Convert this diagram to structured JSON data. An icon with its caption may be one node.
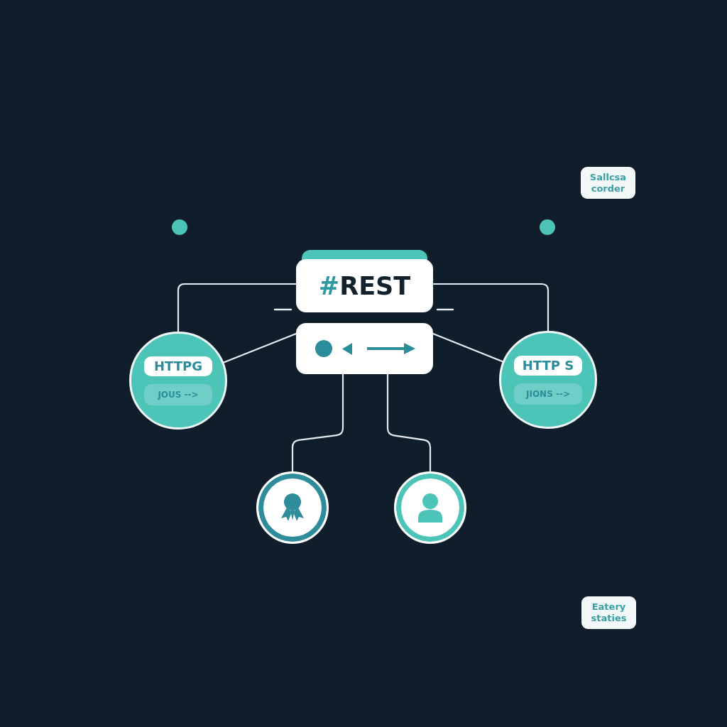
{
  "diagram": {
    "nodes": [
      {
        "text": [
          "Sallcsa corder"
        ]
      },
      {
        "text": [
          "#REST"
        ]
      },
      {
        "text": [],
        "shape": "box"
      },
      {
        "text": [
          "HTTPG",
          "JOUS -->"
        ]
      },
      {
        "text": [
          "HTTP S",
          "JIONS -->"
        ]
      },
      {
        "text": [],
        "shape": "circle"
      },
      {
        "text": [],
        "shape": "circle"
      },
      {
        "text": [
          "Eatery staties"
        ]
      }
    ],
    "edges": [
      {
        "from": 1,
        "to": 3,
        "arrow": "none"
      },
      {
        "from": 1,
        "to": 4,
        "arrow": "none"
      },
      {
        "from": 2,
        "to": 3,
        "arrow": "none"
      },
      {
        "from": 2,
        "to": 4,
        "arrow": "none"
      },
      {
        "from": 2,
        "to": 5,
        "arrow": "none"
      },
      {
        "from": 2,
        "to": 6,
        "arrow": "none"
      }
    ]
  }
}
